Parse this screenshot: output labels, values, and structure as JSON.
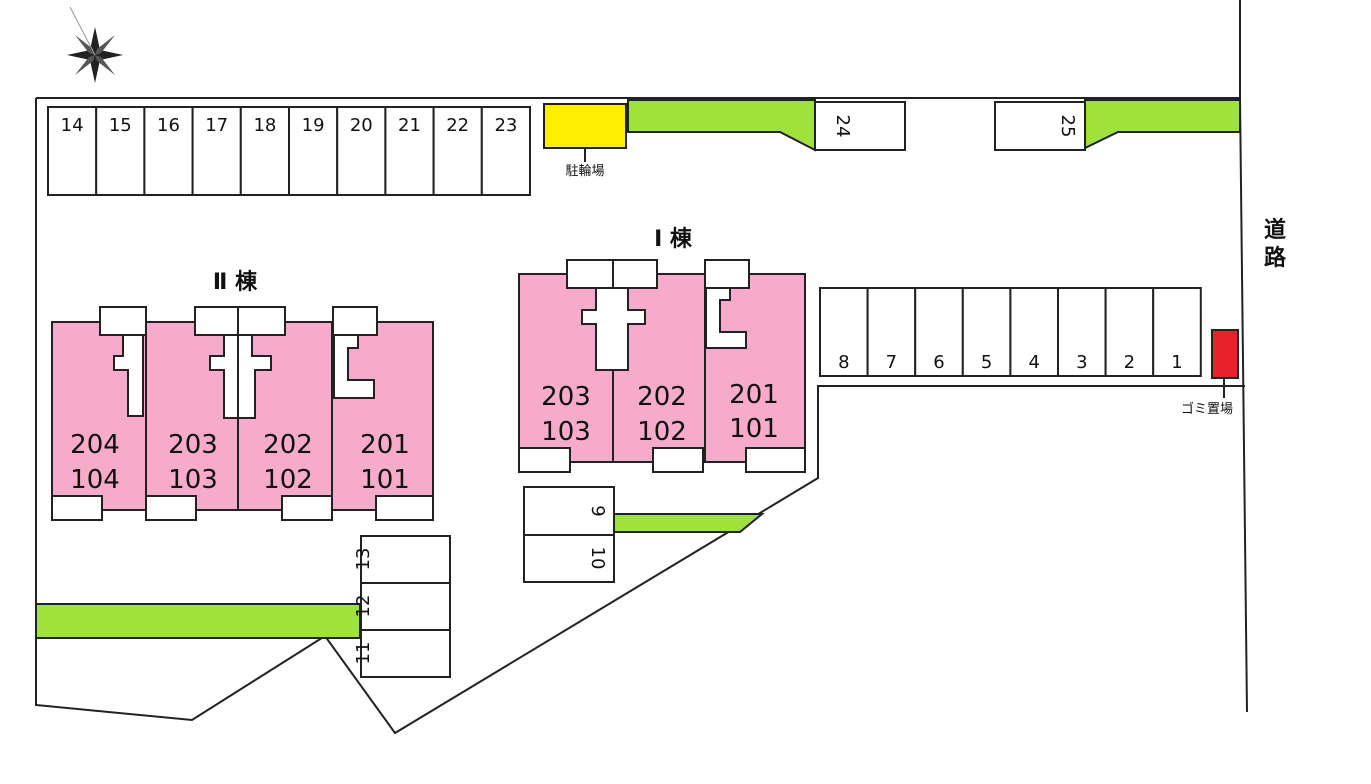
{
  "map": {
    "compass": "compass-rose",
    "parking_top": [
      "14",
      "15",
      "16",
      "17",
      "18",
      "19",
      "20",
      "21",
      "22",
      "23"
    ],
    "parking_24": "24",
    "parking_25": "25",
    "parking_right": [
      "8",
      "7",
      "6",
      "5",
      "4",
      "3",
      "2",
      "1"
    ],
    "parking_9": "9",
    "parking_10": "10",
    "parking_lower": [
      "13",
      "12",
      "11"
    ],
    "bike_parking": "駐輪場",
    "garbage": "ゴミ置場",
    "road_line1": "道",
    "road_line2": "路",
    "building1": {
      "title": "Ⅰ 棟",
      "units": [
        {
          "upper": "203",
          "lower": "103"
        },
        {
          "upper": "202",
          "lower": "102"
        },
        {
          "upper": "201",
          "lower": "101"
        }
      ]
    },
    "building2": {
      "title": "Ⅱ 棟",
      "units": [
        {
          "upper": "204",
          "lower": "104"
        },
        {
          "upper": "203",
          "lower": "103"
        },
        {
          "upper": "202",
          "lower": "102"
        },
        {
          "upper": "201",
          "lower": "101"
        }
      ]
    },
    "colors": {
      "building": "#f5abc9",
      "greenery": "#9fe23a",
      "bike": "#ffee00",
      "garbage": "#e8212a"
    }
  }
}
